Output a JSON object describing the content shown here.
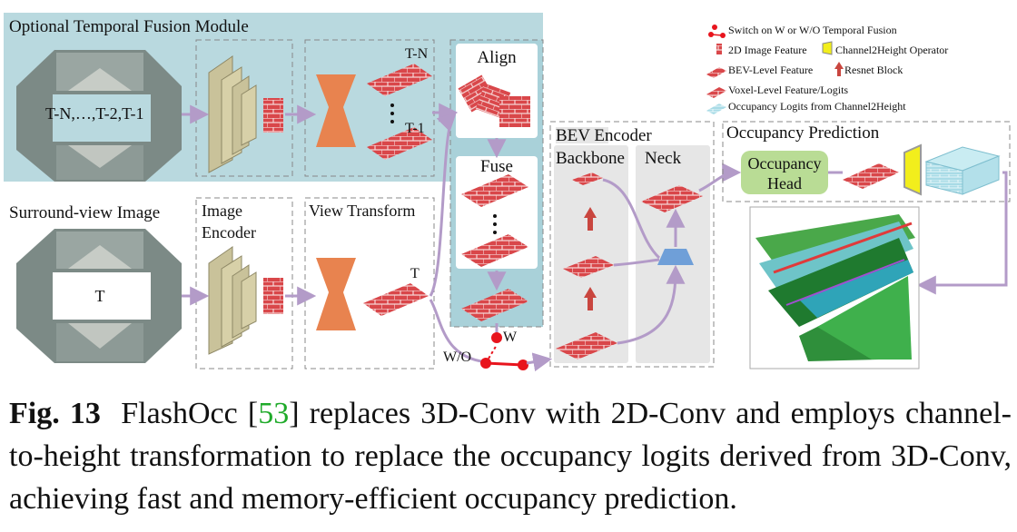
{
  "diagram": {
    "temporal_panel_title": "Optional Temporal Fusion Module",
    "temporal_frames_label": "T-N,…,T-2,T-1",
    "temporal_tn": "T-N",
    "temporal_t1": "T-1",
    "surround_title": "Surround-view Image",
    "current_frame_label": "T",
    "image_encoder_label_1": "Image",
    "image_encoder_label_2": "Encoder",
    "view_transform_label": "View Transform",
    "view_transform_t": "T",
    "align_label": "Align",
    "fuse_label": "Fuse",
    "bev_encoder_label": "BEV Encoder",
    "backbone_label": "Backbone",
    "neck_label": "Neck",
    "occupancy_prediction_label": "Occupancy Prediction",
    "occupancy_head_line1": "Occupancy",
    "occupancy_head_line2": "Head",
    "switch_w": "W",
    "switch_wo": "W/O",
    "legend": {
      "switch": "Switch on W or W/O Temporal Fusion",
      "image_feature": "2D Image Feature",
      "c2h_operator": "Channel2Height Operator",
      "bev_feature": "BEV-Level Feature",
      "resnet_block": "Resnet Block",
      "voxel_feature": "Voxel-Level Feature/Logits",
      "occ_logits": "Occupancy Logits from Channel2Height"
    },
    "colors": {
      "temporal_bg": "#b9d9df",
      "fuse_bg": "#a9d1d9",
      "encoder_cube": "#c9c29a",
      "view_transform": "#e8834f",
      "feature_red": "#d9474a",
      "occupancy_head": "#b9dc95",
      "c2h_yellow": "#f2ee1c",
      "occ_logits_cyan": "#9fd6e3",
      "neck_blue": "#6f9fd8",
      "arrow_purple": "#b39bc8",
      "switch_red": "#e8141d"
    }
  },
  "caption": {
    "fig_label": "Fig. 13",
    "text_before_ref": "FlashOcc [",
    "ref": "53",
    "text_after_ref": "] replaces 3D-Conv with 2D-Conv and employs channel-to-height transformation to replace the occupancy logits derived from 3D-Conv, achieving fast and memory-efficient occupancy prediction."
  }
}
